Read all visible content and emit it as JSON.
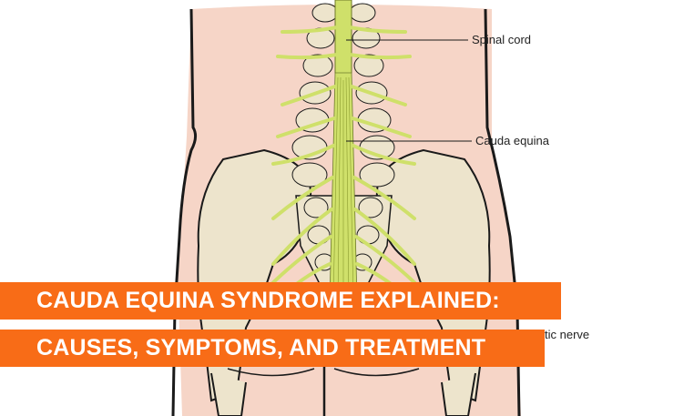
{
  "illustration": {
    "subject": "posterior view of lower spine and pelvis showing spinal cord and cauda equina nerves",
    "colors": {
      "skin": "#f6d5c7",
      "bone": "#ede4cc",
      "bone_shade": "#d9ceaa",
      "nerve": "#cfe06a",
      "outline": "#1a1a1a"
    },
    "labels": [
      {
        "text": "Spinal cord"
      },
      {
        "text": "Cauda equina"
      },
      {
        "text": "tic nerve"
      }
    ]
  },
  "banner": {
    "line1": "CAUDA EQUINA SYNDROME EXPLAINED:",
    "line2": "CAUSES, SYMPTOMS, AND TREATMENT",
    "color": "#f86c17",
    "text_color": "#ffffff"
  }
}
